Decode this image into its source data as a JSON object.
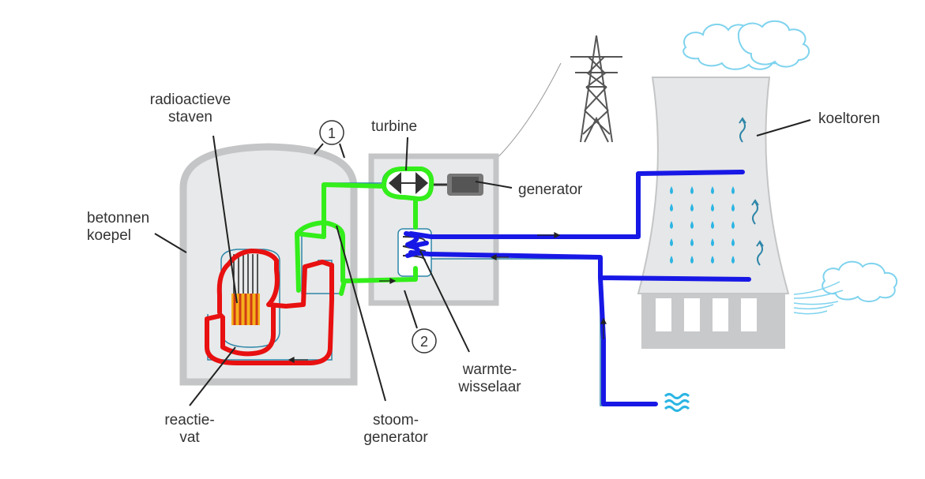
{
  "labels": {
    "radioactive_rods": [
      "radioactieve",
      "staven"
    ],
    "concrete_dome": [
      "betonnen",
      "koepel"
    ],
    "reactor_vessel": [
      "reactie-",
      "vat"
    ],
    "steam_generator": [
      "stoom-",
      "generator"
    ],
    "turbine": "turbine",
    "generator": "generator",
    "heat_exchanger": [
      "warmte-",
      "wisselaar"
    ],
    "cooling_tower": "koeltoren",
    "marker_1": "1",
    "marker_2": "2"
  },
  "colors": {
    "primary_circuit": "#e81010",
    "secondary_circuit": "#33ee1a",
    "cooling_circuit": "#1818e6",
    "pipe_outline": "#2e86a8",
    "building": "#c8c9ca",
    "building_fill": "#e8e9ea",
    "water": "#2bb5e3",
    "cloud": "#7fd3ee"
  },
  "icons": {
    "power_pylon": "pylon-icon",
    "water_source": "water-waves-icon",
    "clouds": "cloud-icon",
    "steam": "steam-icon",
    "wind": "wind-icon"
  }
}
